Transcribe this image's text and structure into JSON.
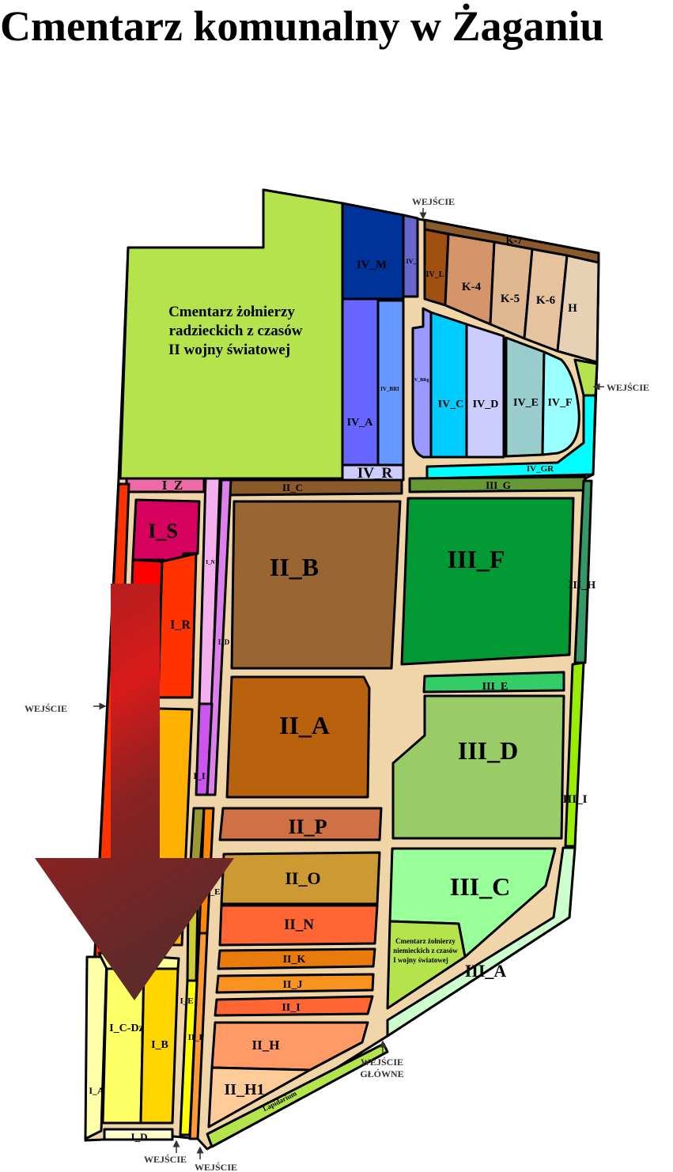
{
  "title": "Cmentarz komunalny w Żaganiu",
  "soviet_cemetery": [
    "Cmentarz żołnierzy",
    "radzieckich z czasów",
    "II wojny światowej"
  ],
  "german_cemetery": [
    "Cmentarz żołnierzy",
    "niemieckich z czasów",
    "I wojny światowej"
  ],
  "entrance": "WEJŚCIE",
  "main_entrance": [
    "WEJŚCIE",
    "GŁÓWNE"
  ],
  "lapidarium": "Lapidarium",
  "sections": {
    "IV_M": "IV_M",
    "IV_small": "IV_",
    "IV_L": "IV_L",
    "K7": "K-7",
    "K4": "K-4",
    "K5": "K-5",
    "K6": "K-6",
    "H": "H",
    "IV_A": "IV_A",
    "IV_BRI": "IV_BRI",
    "IV_R": "IV_R",
    "IV_BRg": "IV_BRg",
    "IV_C": "IV_C",
    "IV_D": "IV_D",
    "IV_E": "IV_E",
    "IV_F": "IV_F",
    "IV_GR": "IV_GR",
    "III_G": "III_G",
    "II_C": "II_C",
    "I_Z": "I_Z",
    "I_S": "I_S",
    "I_R": "I_R",
    "I_N": "I_N",
    "I_D_strip": "I_D",
    "I_I": "I_I",
    "II_B": "II_B",
    "III_F": "III_F",
    "III_H": "III_H",
    "III_E": "III_E",
    "II_A": "II_A",
    "III_D": "III_D",
    "III_I": "III_I",
    "II_P": "II_P",
    "II_O": "II_O",
    "II_N": "II_N",
    "III_C": "III_C",
    "II_K": "II_K",
    "II_J": "II_J",
    "II_I": "II_I",
    "III_A": "III_A",
    "II_H": "II_H",
    "II_H1": "II_H1",
    "I_E": "I_E",
    "II_F": "II_F",
    "I_C_Dz": "I_C-Dz",
    "I_B": "I_B",
    "I_A": "I_A",
    "I_D": "I_D",
    "II_E": "_E"
  },
  "colors": {
    "path": "#f0d5a8",
    "arrow_top": "#a52020",
    "arrow_bottom": "#6b2a2a"
  }
}
